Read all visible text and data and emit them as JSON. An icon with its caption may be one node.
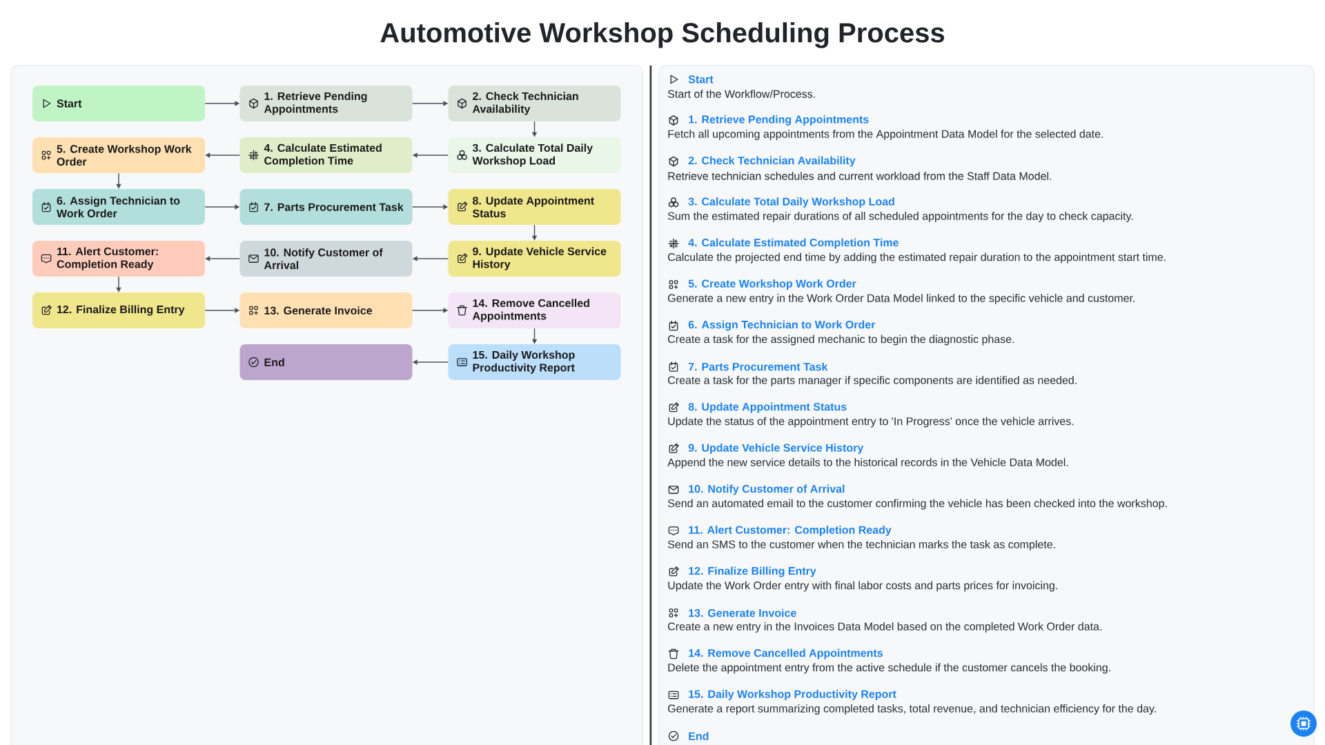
{
  "diagram": {
    "title": "Automotive Workshop Scheduling Process",
    "nodes": [
      {
        "text": [
          "Start"
        ]
      },
      {
        "text": [
          "1. Retrieve Pending Appointments"
        ]
      },
      {
        "text": [
          "2. Check Technician Availability"
        ]
      },
      {
        "text": [
          "3. Calculate Total Daily Workshop Load"
        ]
      },
      {
        "text": [
          "4. Calculate Estimated Completion Time"
        ]
      },
      {
        "text": [
          "5. Create Workshop Work Order"
        ]
      },
      {
        "text": [
          "6. Assign Technician to Work Order"
        ]
      },
      {
        "text": [
          "7. Parts Procurement Task"
        ]
      },
      {
        "text": [
          "8. Update Appointment Status"
        ]
      },
      {
        "text": [
          "9. Update Vehicle Service History"
        ]
      },
      {
        "text": [
          "10. Notify Customer of Arrival"
        ]
      },
      {
        "text": [
          "11. Alert Customer: Completion Ready"
        ]
      },
      {
        "text": [
          "12. Finalize Billing Entry"
        ]
      },
      {
        "text": [
          "13. Generate Invoice"
        ]
      },
      {
        "text": [
          "14. Remove Cancelled Appointments"
        ]
      },
      {
        "text": [
          "15. Daily Workshop Productivity Report"
        ]
      },
      {
        "text": [
          "End"
        ]
      }
    ],
    "edges": [
      {
        "from": 0,
        "to": 1,
        "arrow": "to"
      },
      {
        "from": 1,
        "to": 2,
        "arrow": "to"
      },
      {
        "from": 2,
        "to": 3,
        "arrow": "to"
      },
      {
        "from": 3,
        "to": 4,
        "arrow": "to"
      },
      {
        "from": 4,
        "to": 5,
        "arrow": "to"
      },
      {
        "from": 5,
        "to": 6,
        "arrow": "to"
      },
      {
        "from": 6,
        "to": 7,
        "arrow": "to"
      },
      {
        "from": 7,
        "to": 8,
        "arrow": "to"
      },
      {
        "from": 8,
        "to": 9,
        "arrow": "to"
      },
      {
        "from": 9,
        "to": 10,
        "arrow": "to"
      },
      {
        "from": 10,
        "to": 11,
        "arrow": "to"
      },
      {
        "from": 11,
        "to": 12,
        "arrow": "to"
      },
      {
        "from": 12,
        "to": 13,
        "arrow": "to"
      },
      {
        "from": 13,
        "to": 14,
        "arrow": "to"
      },
      {
        "from": 14,
        "to": 15,
        "arrow": "to"
      },
      {
        "from": 15,
        "to": 16,
        "arrow": "to"
      }
    ],
    "labels": [
      "Start",
      "Start of the Workflow/Process.",
      "1. Retrieve Pending Appointments",
      "Fetch all upcoming appointments from the Appointment Data Model for the selected date.",
      "2. Check Technician Availability",
      "Retrieve technician schedules and current workload from the Staff Data Model.",
      "3. Calculate Total Daily Workshop Load",
      "Sum the estimated repair durations of all scheduled appointments for the day to check capacity.",
      "4. Calculate Estimated Completion Time",
      "Calculate the projected end time by adding the estimated repair duration to the appointment start time.",
      "5. Create Workshop Work Order",
      "Generate a new entry in the Work Order Data Model linked to the specific vehicle and customer.",
      "6. Assign Technician to Work Order",
      "Create a task for the assigned mechanic to begin the diagnostic phase.",
      "7. Parts Procurement Task",
      "Create a task for the parts manager if specific components are identified as needed.",
      "8. Update Appointment Status",
      "Update the status of the appointment entry to 'In Progress' once the vehicle arrives.",
      "9. Update Vehicle Service History",
      "Append the new service details to the historical records in the Vehicle Data Model.",
      "10. Notify Customer of Arrival",
      "Send an automated email to the customer confirming the vehicle has been checked into the workshop.",
      "11. Alert Customer: Completion Ready",
      "Send an SMS to the customer when the technician marks the task as complete.",
      "12. Finalize Billing Entry",
      "Update the Work Order entry with final labor costs and parts prices for invoicing.",
      "13. Generate Invoice",
      "Create a new entry in the Invoices Data Model based on the completed Work Order data.",
      "14. Remove Cancelled Appointments",
      "Delete the appointment entry from the active schedule if the customer cancels the booking.",
      "15. Daily Workshop Productivity Report",
      "Generate a report summarizing completed tasks, total revenue, and technician efficiency for the day.",
      "End"
    ]
  }
}
